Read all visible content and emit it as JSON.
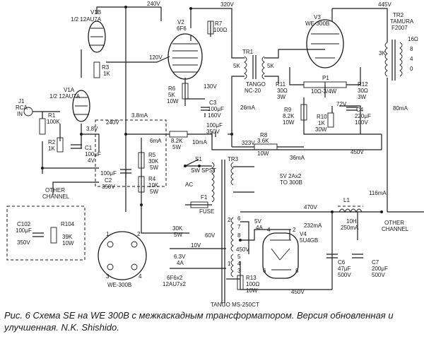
{
  "caption": "Рис. 6 Схема SE на WE 300B с межкаскадным трансформатором. Версия обновленная и улучшенная. N.K. Shishido.",
  "labels": {
    "v1b_name": "V1B",
    "v1b_type": "1/2 12AU7A",
    "v1a_name": "V1A",
    "v1a_type": "1/2 12AU7A",
    "j1_name": "J1",
    "j1_type": "RCA",
    "j1_in": "IN",
    "v240_top": "240V",
    "v320": "320V",
    "v445": "445V",
    "v2_name": "V2",
    "v2_type": "6F6",
    "r7_name": "R7",
    "r7_val": "100Ω",
    "v3_name": "V3",
    "v3_type": "WE-300B",
    "tr2_name": "TR2",
    "tr2_mfr": "TAMURA",
    "tr2_type": "F2007",
    "tr2_16": "16Ω",
    "tr2_8": "8",
    "tr2_4": "4",
    "tr2_0": "0",
    "tr2_3k": "3K",
    "tr1_name": "TR1",
    "tr1_5k_l": "5K",
    "tr1_5k_r": "5K",
    "tr1_mfr": "TANGO",
    "tr1_type": "NC-20",
    "v120": "120V",
    "r3_name": "R3",
    "r3_val": "1K",
    "r11_name": "R11",
    "r11_val": "30Ω",
    "r11_w": "3W",
    "r12_name": "R12",
    "r12_val": "30Ω",
    "r12_w": "3W",
    "p1_name": "P1",
    "p1_val": "10Ω-3/4W",
    "r6_name": "R6",
    "r6_val": "5K",
    "r6_w": "10W",
    "v130": "130V",
    "c3_name": "C3",
    "c3_val": "100μF",
    "c3_v": "160V",
    "i26": "26mA",
    "v72": "72V",
    "r9_name": "R9",
    "r9_val": "8.2K",
    "r9_w": "10W",
    "c4_name": "C4",
    "c4_val": "220μF",
    "c4_v": "100V",
    "r10_name": "R10",
    "r10_val": "1K",
    "r10_w": "30W",
    "i80": "80mA",
    "r1_name": "R1",
    "r1_val": "100K",
    "v3_8": "3.8V",
    "r2_name": "R2",
    "r2_val": "1K",
    "c1_name": "C1",
    "c1_val": "100μF",
    "c1_v": "4V",
    "i3_8": "3.8mA",
    "v240_mid": "240V",
    "r_82_val": "8.2K",
    "r_82_w": "5W",
    "i10": "10mA",
    "c_100_val": "100μF",
    "c_100_v": "350V",
    "v323": "323V",
    "r8_name": "R8",
    "r8_val": "3.6K",
    "r8_w": "10W",
    "i6": "6mA",
    "r5_name": "R5",
    "r5_val": "30K",
    "r5_w": "5W",
    "r4_name": "R4",
    "r4_val": "10K",
    "r4_w": "5W",
    "c2_val": "100μF",
    "c2_name": "C2",
    "c2_v": "350V",
    "i36": "36mA",
    "v450_a": "450V",
    "s1_name": "S1",
    "s1_type": "SW SPST",
    "tr3_name": "TR3",
    "ac": "AC",
    "f1_name": "F1",
    "f1_type": "FUSE",
    "v5_2ax2": "5V 2Ax2",
    "to_300b": "TO 300B",
    "i116": "116mA",
    "other_l1": "OTHER",
    "other_l2": "CHANNEL",
    "c102_name": "C102",
    "c102_val": "100μF",
    "c102_v": "350V",
    "r104_name": "R104",
    "r104_val": "39K",
    "r104_w": "10W",
    "we300b_pin": "WE-300B",
    "pin1": "1",
    "pin2": "2",
    "pin3": "3",
    "pin4": "4",
    "r30k": "30K",
    "r30k_w": "5W",
    "v60": "60V",
    "v10": "10V",
    "v6_3": "6.3V",
    "a4": "4A",
    "heater_l1": "6F6x2",
    "heater_l2": "12AU7x2",
    "v5_4a_v": "5V",
    "v5_4a_a": "4A",
    "v470": "470V",
    "l1_name": "L1",
    "l1_val": "10H",
    "l1_i": "250mA",
    "i232": "232mA",
    "other_r1": "OTHER",
    "other_r2": "CHANNEL",
    "v4_name": "V4",
    "v4_type": "5U4GB",
    "v450_b": "450V",
    "c6_name": "C6",
    "c6_val": "47μF",
    "c6_v": "500V",
    "c7_name": "C7",
    "c7_val": "200μF",
    "c7_v": "500V",
    "r13_name": "R13",
    "r13_val": "100Ω",
    "r13_w": "10W",
    "v450_c": "450V",
    "tr3_type": "TANGO MS-250CT",
    "t6a": "6",
    "t7": "7",
    "t8": "8",
    "t5": "5",
    "t4": "4",
    "t3": "3",
    "t2": "2",
    "t1": "1",
    "v4_p4": "4",
    "v4_p6": "6",
    "v4_p2": "2",
    "v4_p8": "8"
  }
}
